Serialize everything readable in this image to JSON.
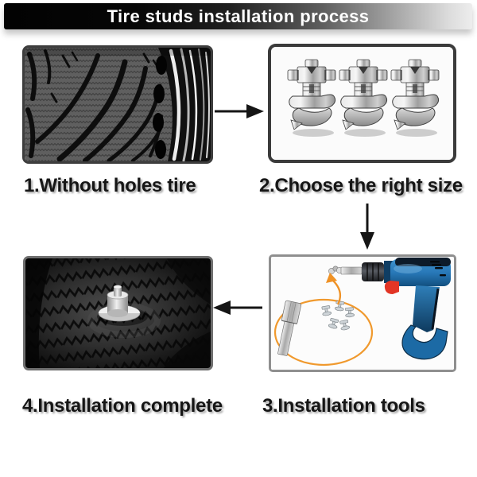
{
  "header": {
    "title": "Tire studs installation process"
  },
  "steps": [
    {
      "caption": "1.Without holes tire",
      "illustration": "tire-tread-without-holes"
    },
    {
      "caption": "2.Choose the right size",
      "illustration": "three-screw-in-tire-studs"
    },
    {
      "caption": "3.Installation tools",
      "illustration": "cordless-drill-with-stud-adapter-and-studs"
    },
    {
      "caption": "4.Installation complete",
      "illustration": "tire-tread-with-installed-stud"
    }
  ],
  "arrows": [
    {
      "name": "step1-to-step2",
      "direction": "right"
    },
    {
      "name": "step2-to-step3",
      "direction": "down"
    },
    {
      "name": "step3-to-step4",
      "direction": "left"
    }
  ],
  "colors": {
    "header_text": "#ffffff",
    "caption_text": "#161616",
    "arrow_black": "#151515",
    "accent_orange": "#f0992d",
    "drill_blue": "#2878b8",
    "drill_red": "#e23525",
    "metal_silver": "#c9c9c9"
  }
}
